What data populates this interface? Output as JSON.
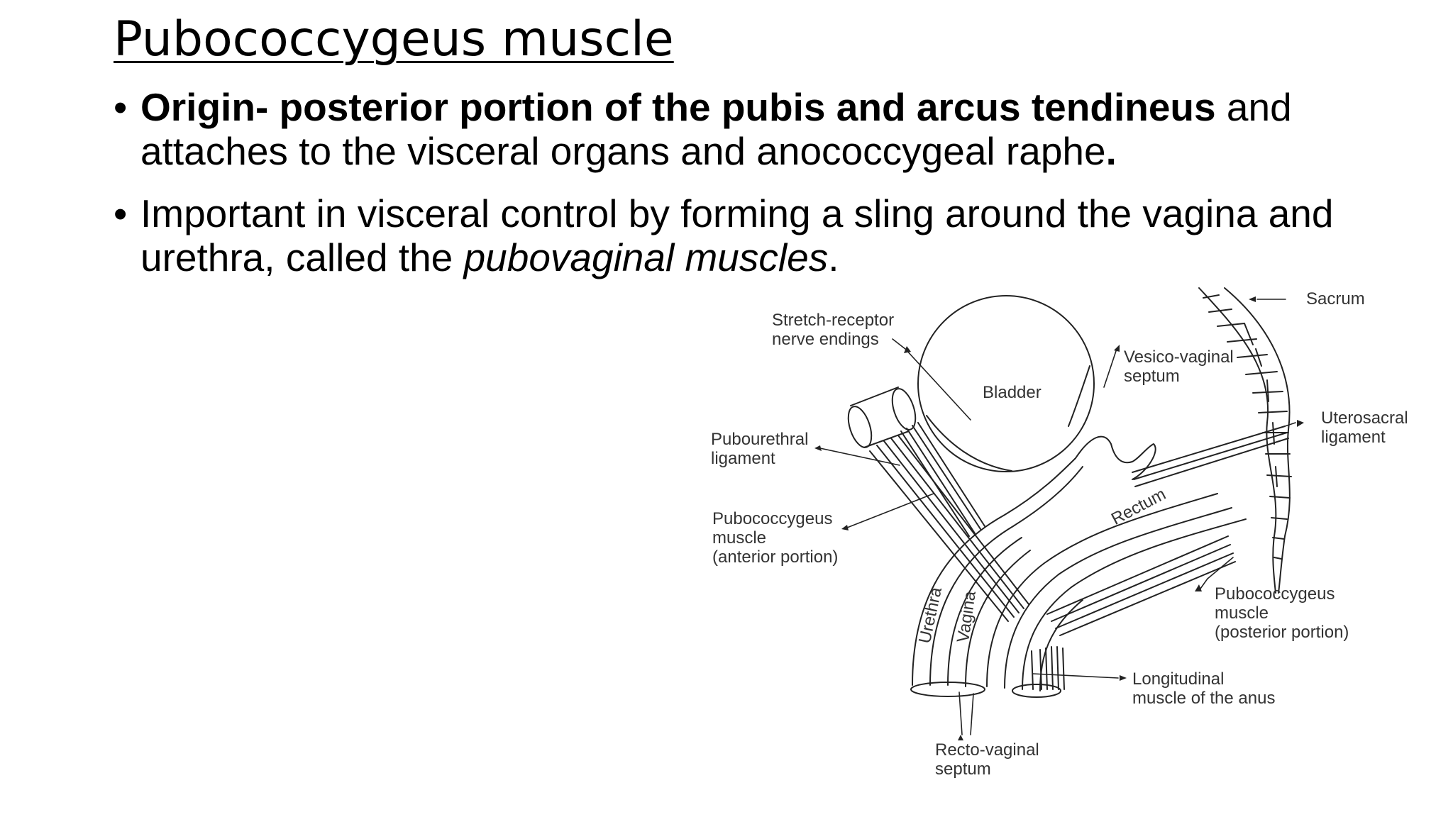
{
  "title": "Pubococcygeus muscle",
  "bullets": [
    {
      "bold": "Origin- posterior portion of the pubis and arcus tendineus",
      "text": " and attaches to the visceral organs  and anococcygeal raphe",
      "end": "."
    },
    {
      "text": "Important in visceral control by forming a sling around the vagina and urethra, called the ",
      "italic": "pubovaginal muscles",
      "end": "."
    }
  ],
  "diagram": {
    "labels": {
      "sacrum": "Sacrum",
      "stretch_receptor": "Stretch-receptor\nnerve endings",
      "vesico_vaginal": "Vesico-vaginal\nseptum",
      "bladder": "Bladder",
      "uterosacral": "Uterosacral\nligament",
      "pubourethral": "Pubourethral\nligament",
      "pubococcygeus_anterior": "Pubococcygeus\nmuscle\n(anterior portion)",
      "rectum": "Rectum",
      "pubococcygeus_posterior": "Pubococcygeus\nmuscle\n(posterior portion)",
      "urethra": "Urethra",
      "vagina": "Vagina",
      "longitudinal": "Longitudinal\nmuscle of the anus",
      "recto_vaginal": "Recto-vaginal\nseptum"
    }
  }
}
